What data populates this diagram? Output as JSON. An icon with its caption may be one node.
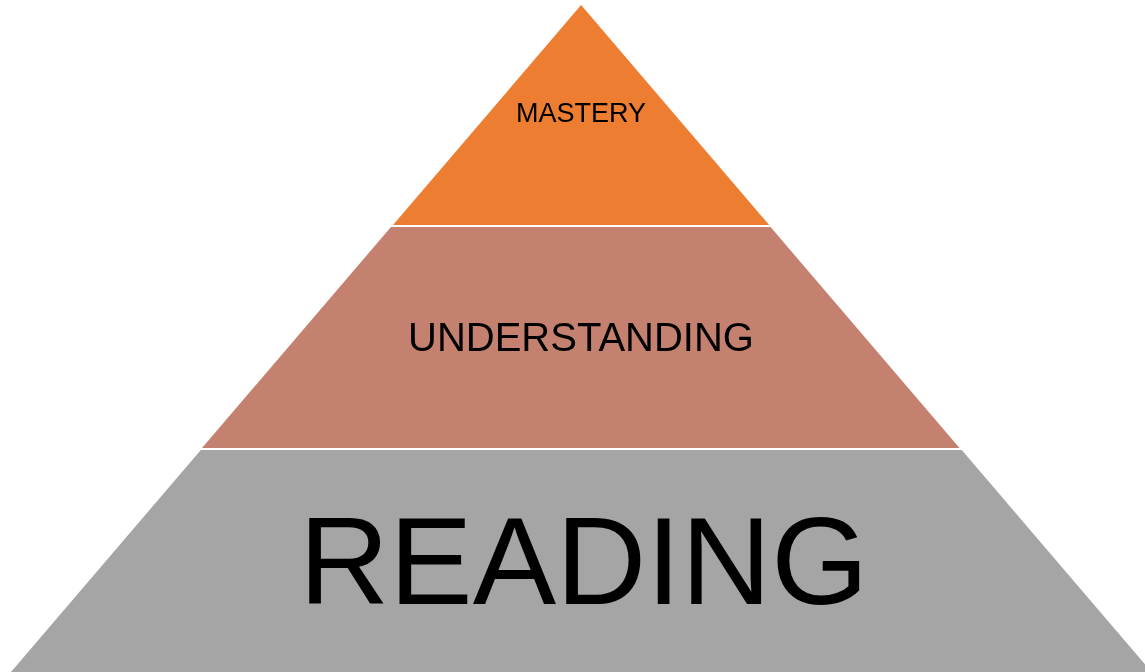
{
  "diagram": {
    "nodes": [
      {
        "text": [
          "MASTERY"
        ]
      },
      {
        "text": [
          "UNDERSTANDING"
        ]
      },
      {
        "text": [
          "READING"
        ]
      }
    ]
  }
}
